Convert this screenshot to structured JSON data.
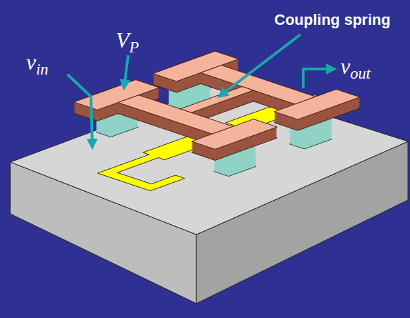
{
  "diagram": {
    "labels": [
      "Coupling spring",
      "VP",
      "vin",
      "vout"
    ]
  }
}
